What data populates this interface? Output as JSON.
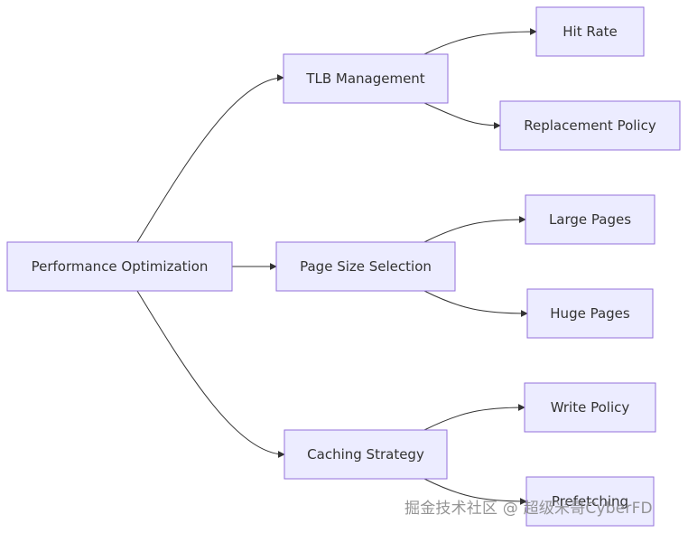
{
  "nodes": {
    "root": "Performance Optimization",
    "tlb": "TLB Management",
    "pagesize": "Page Size Selection",
    "caching": "Caching Strategy",
    "hitrate": "Hit Rate",
    "replacement": "Replacement Policy",
    "large": "Large Pages",
    "huge": "Huge Pages",
    "write": "Write Policy",
    "prefetch": "Prefetching"
  },
  "edges": [
    [
      "root",
      "tlb"
    ],
    [
      "root",
      "pagesize"
    ],
    [
      "root",
      "caching"
    ],
    [
      "tlb",
      "hitrate"
    ],
    [
      "tlb",
      "replacement"
    ],
    [
      "pagesize",
      "large"
    ],
    [
      "pagesize",
      "huge"
    ],
    [
      "caching",
      "write"
    ],
    [
      "caching",
      "prefetch"
    ]
  ],
  "colors": {
    "node_fill": "#ECECFF",
    "node_border": "#9370DB",
    "edge": "#333333",
    "text": "#333333"
  },
  "watermark": "掘金技术社区 @ 超级米哥CyberFD"
}
